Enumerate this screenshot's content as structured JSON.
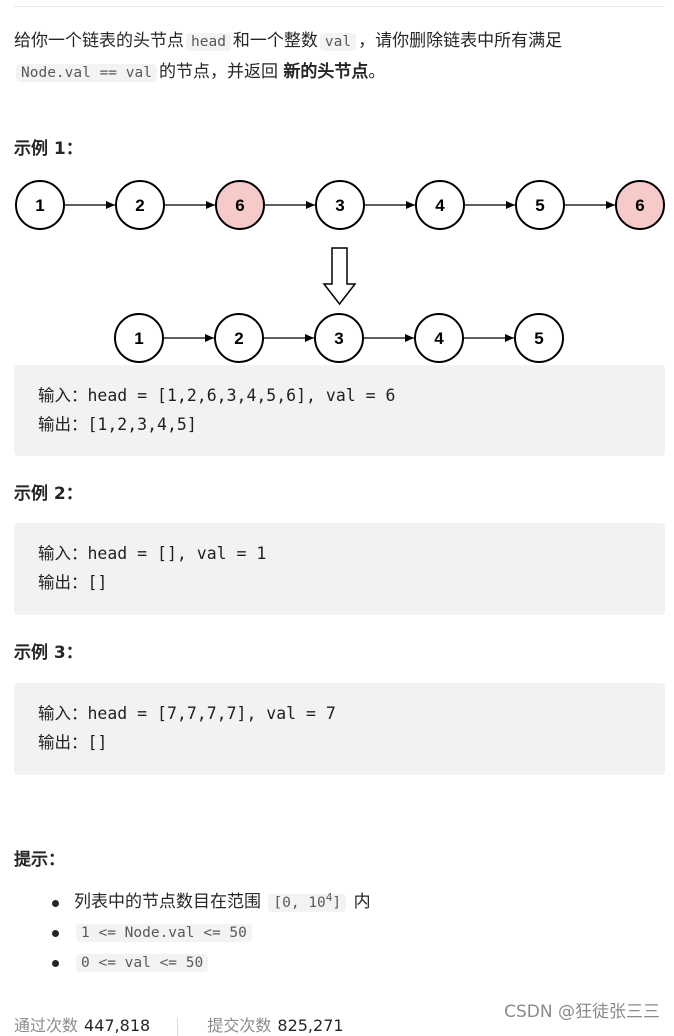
{
  "description": {
    "t1": "给你一个链表的头节点",
    "code_head": "head",
    "t2": "和一个整数",
    "code_val": "val",
    "t3": "，请你删除链表中所有满足",
    "code_cond": "Node.val == val",
    "t4": "的节点，并返回",
    "bold": "新的头节点",
    "t5": "。"
  },
  "diagram": {
    "top_nodes": [
      "1",
      "2",
      "6",
      "3",
      "4",
      "5",
      "6"
    ],
    "highlight_indices": [
      2,
      6
    ],
    "bottom_nodes": [
      "1",
      "2",
      "3",
      "4",
      "5"
    ],
    "node_fill": "#ffffff",
    "highlight_fill": "#f7caca"
  },
  "examples": [
    {
      "title": "示例 1：",
      "input_label": "输入：",
      "input": "head = [1,2,6,3,4,5,6], val = 6",
      "output_label": "输出：",
      "output": "[1,2,3,4,5]"
    },
    {
      "title": "示例 2：",
      "input_label": "输入：",
      "input": "head = [], val = 1",
      "output_label": "输出：",
      "output": "[]"
    },
    {
      "title": "示例 3：",
      "input_label": "输入：",
      "input": "head = [7,7,7,7], val = 7",
      "output_label": "输出：",
      "output": "[]"
    }
  ],
  "hints": {
    "title": "提示：",
    "item1_text": "列表中的节点数目在范围",
    "item1_code_a": "[0, 10",
    "item1_sup": "4",
    "item1_code_b": "]",
    "item1_suffix": "内",
    "item2": "1 <= Node.val <= 50",
    "item3": "0 <= val <= 50"
  },
  "stats": {
    "accepted_label": "通过次数",
    "accepted_value": "447,818",
    "submitted_label": "提交次数",
    "submitted_value": "825,271"
  },
  "watermark": "CSDN @狂徒张三三"
}
